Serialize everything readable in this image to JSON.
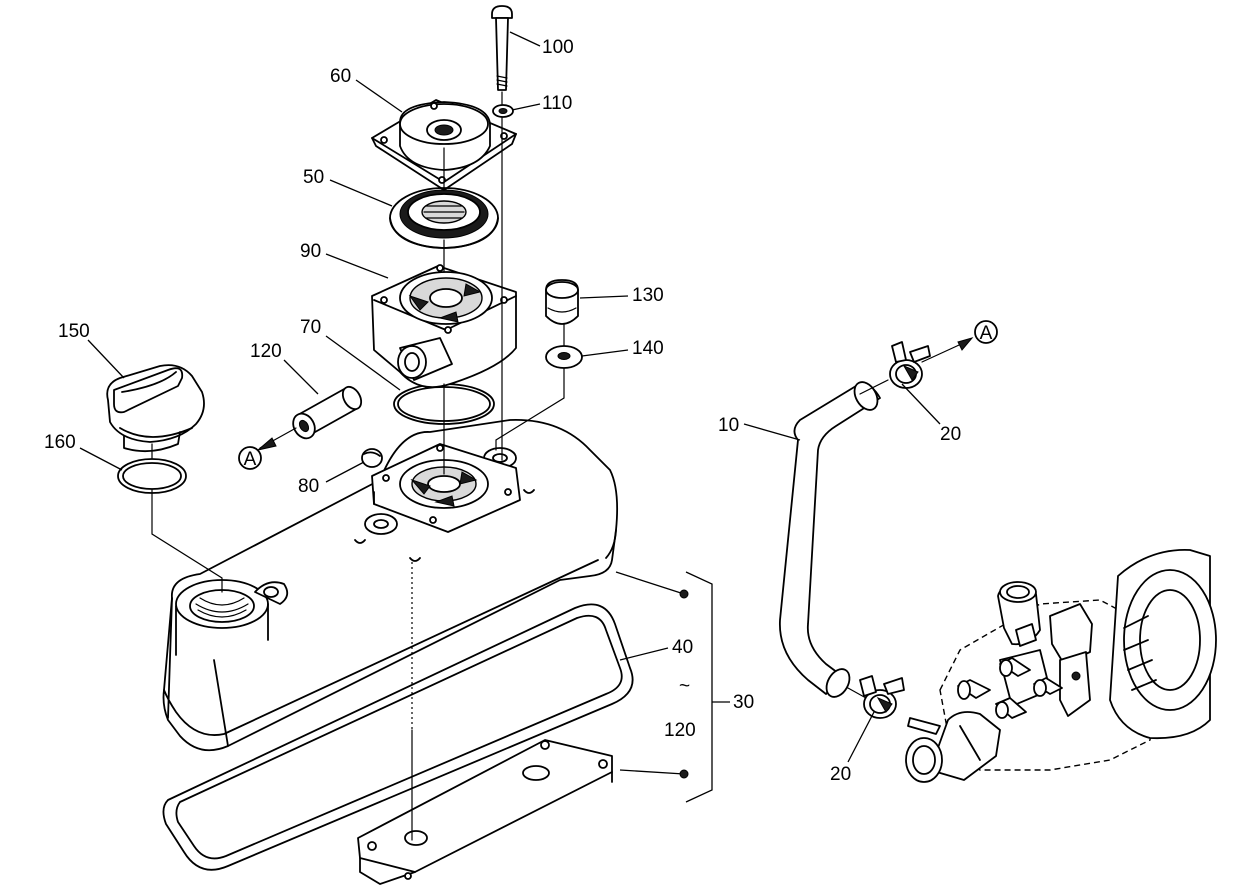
{
  "callouts": {
    "p100": "100",
    "p110": "110",
    "p60": "60",
    "p50": "50",
    "p90": "90",
    "p130": "130",
    "p140": "140",
    "p150": "150",
    "p120a": "120",
    "p70": "70",
    "p160": "160",
    "p80": "80",
    "p10": "10",
    "p20a": "20",
    "p20b": "20",
    "p40": "40",
    "p120b": "120",
    "p30": "30",
    "tilde": "~"
  },
  "refs": {
    "arrowLeft": "A",
    "arrowRight": "A"
  }
}
